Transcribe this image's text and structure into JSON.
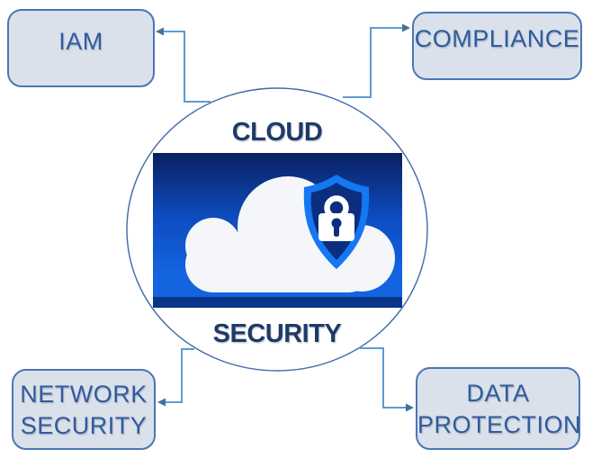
{
  "title": {
    "top": "CLOUD",
    "bottom": "SECURITY"
  },
  "nodes": {
    "iam": {
      "label": "IAM"
    },
    "compliance": {
      "label": "COMPLIANCE"
    },
    "network_security": {
      "line1": "NETWORK",
      "line2": "SECURITY"
    },
    "data_protection": {
      "line1": "DATA",
      "line2": "PROTECTION"
    }
  },
  "center_icon": {
    "name": "cloud-security-shield-lock-icon"
  },
  "colors": {
    "node_fill": "#dbe1ea",
    "node_border": "#4a76b8",
    "node_text": "#2f5b9e",
    "title_text": "#1e3a68",
    "circle_stroke": "#3f6aa8",
    "connector_line": "#5f9ad8",
    "connector_arrow": "#41719c",
    "icon_bg_dark_top": "#0a2061",
    "icon_bg_bright": "#1464e0",
    "icon_bg_dark_bottom": "#0a3588",
    "shield_outline": "#1577f2",
    "shield_fill": "#0c2e80",
    "cloud_fill": "#f4f6f9",
    "lock": "#ffffff"
  }
}
